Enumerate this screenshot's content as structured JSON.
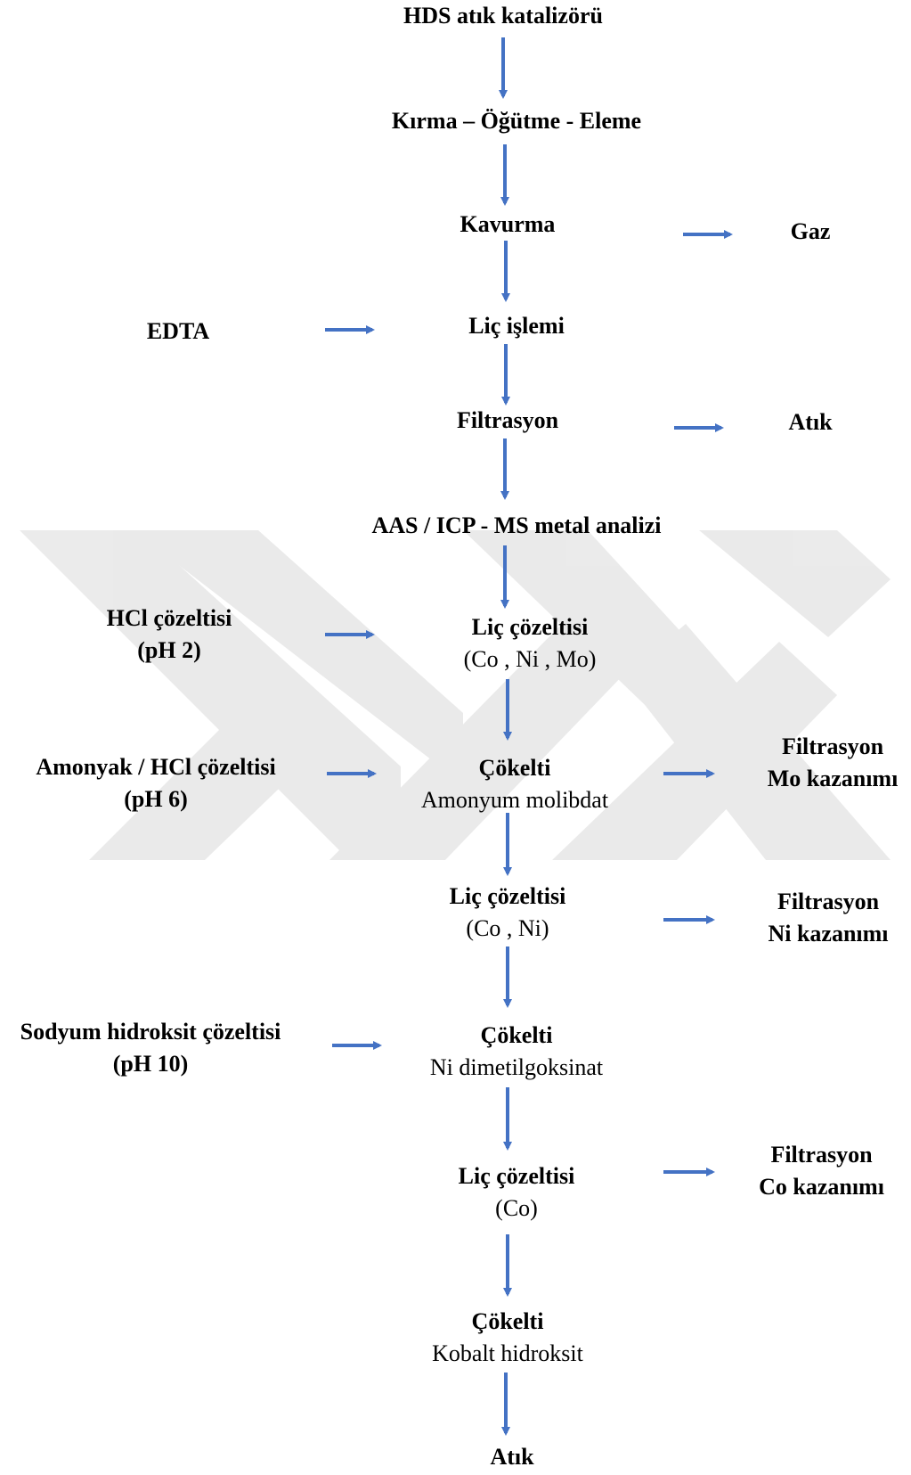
{
  "colors": {
    "arrow": "#4472C4",
    "watermark": "#E7E7E7",
    "text": "#000000"
  },
  "watermark": {
    "icon": "yok-logo-watermark"
  },
  "steps": {
    "s1": "HDS atık katalizörü",
    "s2": "Kırma – Öğütme - Eleme",
    "s3": "Kavurma",
    "s4": "Liç işlemi",
    "s5": "Filtrasyon",
    "s6": "AAS / ICP - MS metal analizi",
    "s7_title": "Liç çözeltisi",
    "s7_sub": "(Co , Ni , Mo)",
    "s8_title": "Çökelti",
    "s8_sub": "Amonyum molibdat",
    "s9_title": "Liç çözeltisi",
    "s9_sub": "(Co , Ni)",
    "s10_title": "Çökelti",
    "s10_sub": "Ni dimetilgoksinat",
    "s11_title": "Liç çözeltisi",
    "s11_sub": "(Co)",
    "s12_title": "Çökelti",
    "s12_sub": "Kobalt hidroksit",
    "s13": "Atık"
  },
  "inputs": {
    "edta": "EDTA",
    "hcl_l1": "HCl çözeltisi",
    "hcl_l2": "(pH 2)",
    "amonyak_l1": "Amonyak / HCl çözeltisi",
    "amonyak_l2": "(pH 6)",
    "sodyum_l1": "Sodyum hidroksit çözeltisi",
    "sodyum_l2": "(pH 10)"
  },
  "outputs": {
    "gaz": "Gaz",
    "atik": "Atık",
    "mo_l1": "Filtrasyon",
    "mo_l2": "Mo kazanımı",
    "ni_l1": "Filtrasyon",
    "ni_l2": "Ni kazanımı",
    "co_l1": "Filtrasyon",
    "co_l2": "Co kazanımı"
  }
}
